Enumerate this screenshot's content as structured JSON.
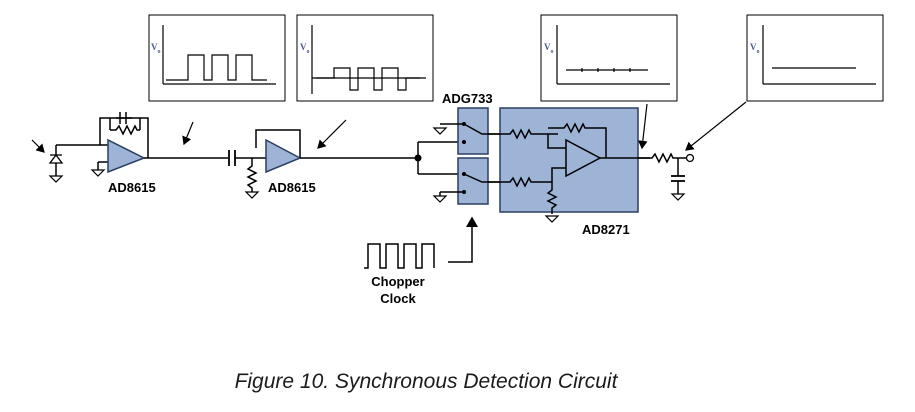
{
  "labels": {
    "opamp1": "AD8615",
    "opamp2": "AD8615",
    "switch": "ADG733",
    "inamp": "AD8271",
    "clock_line1": "Chopper",
    "clock_line2": "Clock"
  },
  "scope_axis_label": "V",
  "scope_axis_sub": "o",
  "caption": "Figure 10. Synchronous Detection Circuit",
  "colors": {
    "component_fill": "#9db4d6",
    "component_stroke": "#2b3f63",
    "line": "#000000"
  }
}
